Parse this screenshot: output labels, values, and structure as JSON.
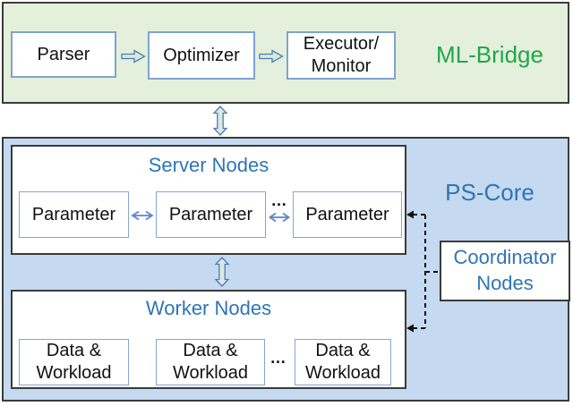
{
  "ml_bridge": {
    "title": "ML-Bridge",
    "parser": "Parser",
    "optimizer": "Optimizer",
    "executor": "Executor/\nMonitor"
  },
  "ps_core": {
    "title": "PS-Core",
    "server_nodes": {
      "title": "Server Nodes",
      "param1": "Parameter",
      "param2": "Parameter",
      "param3": "Parameter",
      "ellipsis": "…"
    },
    "worker_nodes": {
      "title": "Worker Nodes",
      "data1": "Data &\nWorkload",
      "data2": "Data &\nWorkload",
      "data3": "Data &\nWorkload",
      "ellipsis": "…"
    },
    "coordinator": "Coordinator\nNodes"
  },
  "colors": {
    "ml_bridge_bg": "#e4efdc",
    "ml_bridge_title_green": "#21a64b",
    "ps_core_bg": "#c5d9f0",
    "blue_text": "#2e75b6",
    "outer_border": "#3b3b3b",
    "inner_border_blue": "#85a7d2",
    "flow_arrow_fill": "#d9ead3",
    "vertical_arrow_fill": "#dfe8df",
    "arrow_outline": "#4a7ebb",
    "sync_arrow": "#5b87c5",
    "dashed_line": "#111111"
  }
}
